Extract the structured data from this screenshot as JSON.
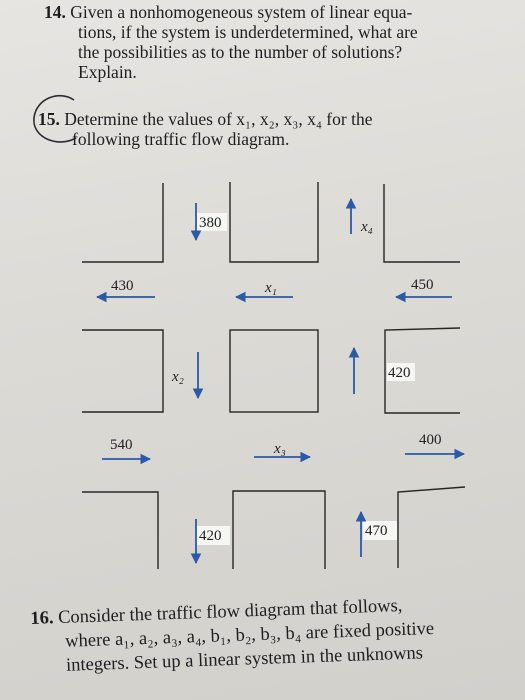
{
  "problem14": {
    "number": "14.",
    "lines": [
      "Given a nonhomogeneous system of linear equa-",
      "tions, if the system is underdetermined, what are",
      "the possibilities as to the number of solutions?",
      "Explain."
    ]
  },
  "problem15": {
    "number": "15.",
    "lines": [
      "Determine the values of x₁, x₂, x₃, x₄ for the",
      "following traffic flow diagram."
    ]
  },
  "diagram": {
    "flow_380": "380",
    "var_x4": "x₄",
    "flow_430": "430",
    "var_x1": "x₁",
    "flow_450": "450",
    "var_x2": "x₂",
    "flow_420_mid": "420",
    "flow_540": "540",
    "var_x3": "x₃",
    "flow_400": "400",
    "flow_420_bottom": "420",
    "flow_470": "470"
  },
  "problem16": {
    "number": "16.",
    "lines": [
      "Consider the traffic flow diagram that follows,",
      "where a₁, a₂, a₃, a₄, b₁, b₂, b₃, b₄ are fixed positive",
      "integers. Set up a linear system in the unknowns"
    ]
  },
  "colors": {
    "arrow": "#2a5aa8",
    "ink": "#1e1e22",
    "page": "#e5e3df"
  }
}
